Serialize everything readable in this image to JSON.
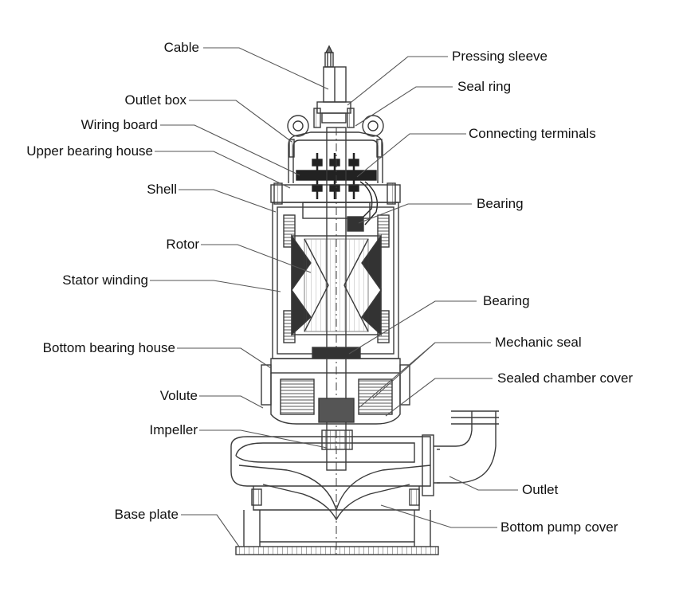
{
  "colors": {
    "line": "#3a3a3a",
    "leader": "#555555",
    "text": "#111111",
    "background": "#ffffff"
  },
  "labels": {
    "cable": "Cable",
    "outlet_box": "Outlet box",
    "wiring_board": "Wiring board",
    "upper_bearing_house": "Upper bearing house",
    "shell": "Shell",
    "rotor": "Rotor",
    "stator_winding": "Stator winding",
    "bottom_bearing_house": "Bottom bearing house",
    "volute": "Volute",
    "impeller": "Impeller",
    "base_plate": "Base plate",
    "pressing_sleeve": "Pressing sleeve",
    "seal_ring": "Seal ring",
    "connecting_terminals": "Connecting terminals",
    "bearing_upper": "Bearing",
    "bearing_lower": "Bearing",
    "mechanic_seal": "Mechanic seal",
    "sealed_chamber_cover": "Sealed chamber cover",
    "outlet": "Outlet",
    "bottom_pump_cover": "Bottom pump cover"
  }
}
